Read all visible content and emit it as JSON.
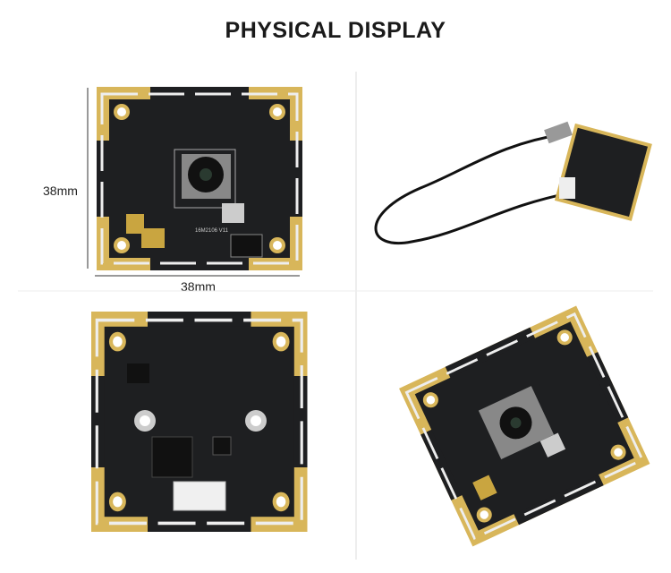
{
  "title": "PHYSICAL DISPLAY",
  "dimensions": {
    "height": "38mm",
    "width": "38mm"
  },
  "board_marking": "16M2106  V11",
  "colors": {
    "gold": "#d8b65a",
    "pcb": "#1e1f21",
    "text": "#1a1a1a"
  }
}
